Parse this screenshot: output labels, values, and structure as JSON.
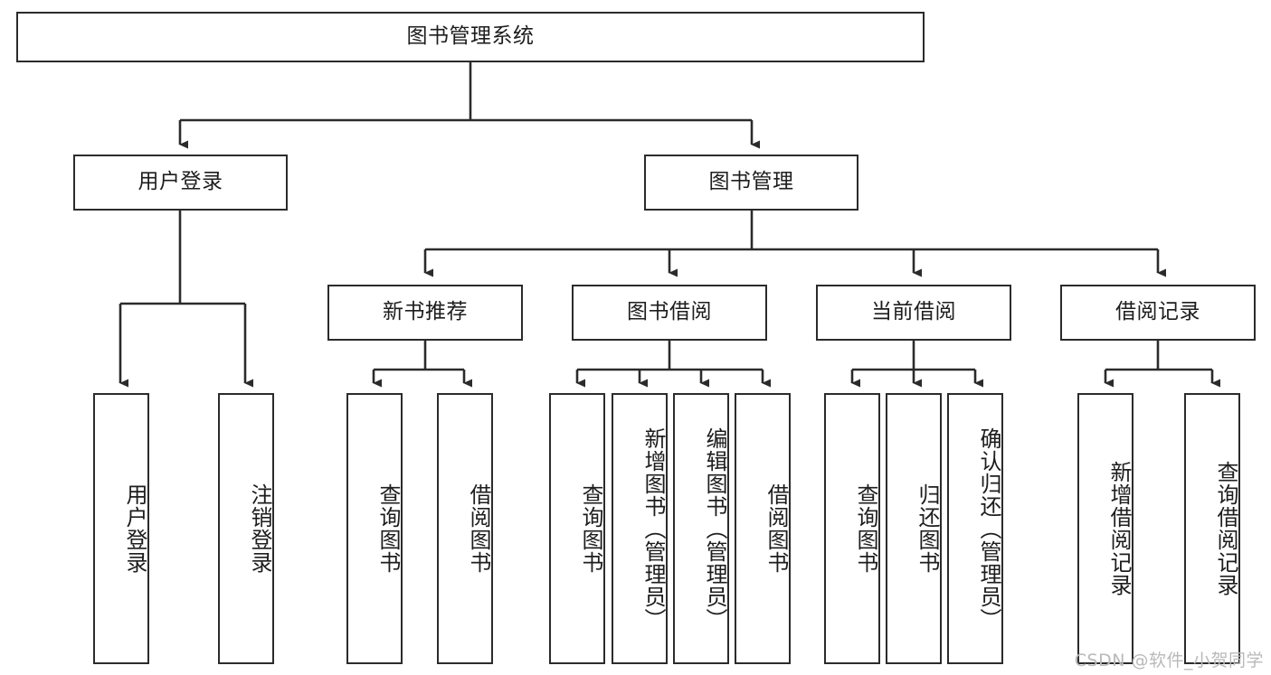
{
  "diagram": {
    "title": "图书管理系统",
    "type": "tree",
    "watermark": "CSDN @软件_小贺同学",
    "colors": {
      "node_border": "#2b2b2b",
      "node_fill": "#ffffff",
      "edge": "#2b2b2b",
      "text": "#1d1d1d",
      "watermark": "#b9b9b9"
    },
    "nodes": {
      "root": "图书管理系统",
      "level2": [
        "用户登录",
        "图书管理"
      ],
      "level3": [
        "新书推荐",
        "图书借阅",
        "当前借阅",
        "借阅记录"
      ],
      "leaves": {
        "user_login": [
          "用户登录",
          "注销登录"
        ],
        "new_book": [
          "查询图书",
          "借阅图书"
        ],
        "book_borrow": [
          "查询图书",
          "新增图书（管理员）",
          "编辑图书（管理员）",
          "借阅图书"
        ],
        "current_borrow": [
          "查询图书",
          "归还图书",
          "确认归还（管理员）"
        ],
        "borrow_record": [
          "新增借阅记录",
          "查询借阅记录"
        ]
      }
    }
  }
}
